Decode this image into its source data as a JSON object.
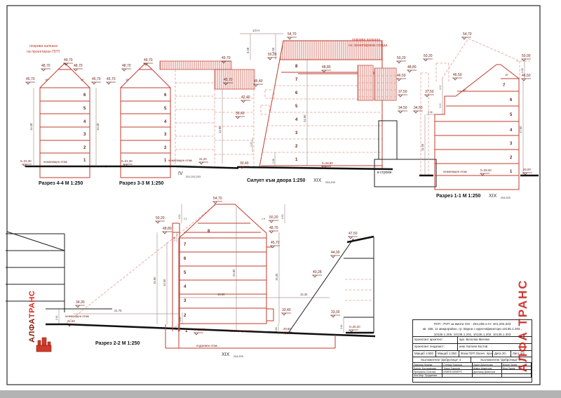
{
  "labels": {
    "note_pup_l1": "покрива калкана",
    "note_pup_l2": "на проектиран ПУП",
    "note_bld_l1": "покрива калкана",
    "note_bld_l2": "на проектирана сграда",
    "nonres": "нежилищен етаж",
    "underground": "подземен етаж",
    "construction": "в строеж",
    "xix": "XIX",
    "xix_sub": "204,205",
    "iv": "IV",
    "iv_sub": "201,202,203",
    "third_h": "1/3 Н",
    "deg": "45°"
  },
  "s44": {
    "caption": "Разрез 4-4 М 1:250",
    "floors": [
      "1",
      "2",
      "3",
      "4",
      "5",
      "6"
    ],
    "lv4570": "45,70",
    "lv4870": "48,70",
    "lv4970": "49,70",
    "base": "0=31,30",
    "dim_h": "14.48"
  },
  "s33": {
    "caption": "Разрез 3-3 М 1:250",
    "floors": [
      "1",
      "2",
      "3",
      "4",
      "5",
      "6"
    ],
    "lv4570": "45,70",
    "lv4870": "48,70",
    "lv4970": "49,70",
    "base": "0=31,30",
    "nb_base": "31,20",
    "nb_dim": "14.90",
    "band_top": "49,70",
    "band_bot": "45,70"
  },
  "sil": {
    "caption": "Силует към двора 1:250",
    "floors": [
      "1",
      "2",
      "3",
      "4",
      "5",
      "6",
      "7",
      "8"
    ],
    "lv5470": "54,70",
    "lv5020": "50,20",
    "lv4880": "48,80",
    "lv4540": "45,40",
    "lv4240": "42,40",
    "lv3640": "36,40",
    "lv3040": "30,40",
    "base": "0=29,80",
    "dim_h": "24.90",
    "dim_508": "5.08",
    "dim_450": "4.50",
    "dim_100": "1.00",
    "dim_058": "0.58"
  },
  "s11": {
    "caption": "Разрез 1-1 М 1:250",
    "floors": [
      "1",
      "2",
      "3",
      "4",
      "5",
      "6",
      "7"
    ],
    "lv5470": "54,70",
    "lv5020": "50,20",
    "lv5000": "50,00",
    "lv4880": "48,80",
    "lv4650": "46,50",
    "lv3750": "37,50",
    "lv3450": "34,50",
    "base": "0=29,30",
    "ground_r": "29,00",
    "dim_1750": "17.50",
    "dim_1150": "11.50",
    "dim_358": "3.58",
    "dim_300": "3.00",
    "dim_436": "4.36"
  },
  "s22": {
    "caption": "Разрез 2-2 М 1:250",
    "floors": [
      "1",
      "2",
      "3",
      "4",
      "5",
      "6",
      "7",
      "8"
    ],
    "lv5470": "54,70",
    "lv5020": "50,20",
    "lv4880": "48,80",
    "lv4870": "48,70",
    "lv4570": "45,70",
    "lv3430": "34,30",
    "lv3150": "31,50",
    "lv3340": "33,40",
    "lv2980": "29,80",
    "base": "0=29,80",
    "dim_2175": "21.75",
    "dim_1600": "16.00",
    "dim_1530": "15.30",
    "dim_1590": "15.90",
    "dim_1450": "14.50",
    "dim_2490": "24.90",
    "dim_450": "4.50",
    "dim_21": "2.1",
    "dim_140": "1.40",
    "dim_280": "2.80",
    "dim_170": "1.70",
    "dim_368": "3.68",
    "dim_15": "1.5",
    "slope": {
      "lv4750": "47,50",
      "lv4400": "44,00",
      "lv4028": "40,28",
      "lv3300": "33,00",
      "base": "0=30,20",
      "dim_280": "2.80"
    }
  },
  "title_block": {
    "header1": "ПУП - РУП за имоти XIX - 204,205 и IV- 201,202,203",
    "header2": "кв. 155, 11 микрорайон, гр. Варна с идентификатори 10135.1.204 ,",
    "header3": "10135.1.205, 10135.1.201, 10135.1.202, 10135.1.203",
    "arch_label": "проектант архитект:",
    "arch_value": "арх. Веселка Митева",
    "geo_label": "проектант геодезист:",
    "geo_value": "инж. Калоян Костов",
    "scale1": "Мащаб 1:500",
    "scale2": "Мащаб 1:250",
    "phase": "Фаза ПУП Оконч. проект",
    "date": "Дата 20..",
    "sheet": "Лист 3/3",
    "clients4": "възложители \"Добротица\" 4 :",
    "clients6": "възложители \"Добротица\" 6 :",
    "names": [
      "Павлина Недева",
      "Стефан Тодоров",
      "Никол Димитрова",
      "Илиан Зарев",
      "Елеон. Костадинова",
      "Тодор Тодоров",
      "Живко Димитров",
      "Юри Зарев",
      "Прекрасна Спасова",
      "ИЛИЕВ КОМЕРС",
      "Драгомир Димитров",
      "",
      "Ана-Мар. Проданова",
      "",
      "",
      ""
    ]
  },
  "stamp": {
    "alfa": "АЛФА",
    "trans": "ТРАНС"
  },
  "watermark": "АЛФА ТРАНС"
}
